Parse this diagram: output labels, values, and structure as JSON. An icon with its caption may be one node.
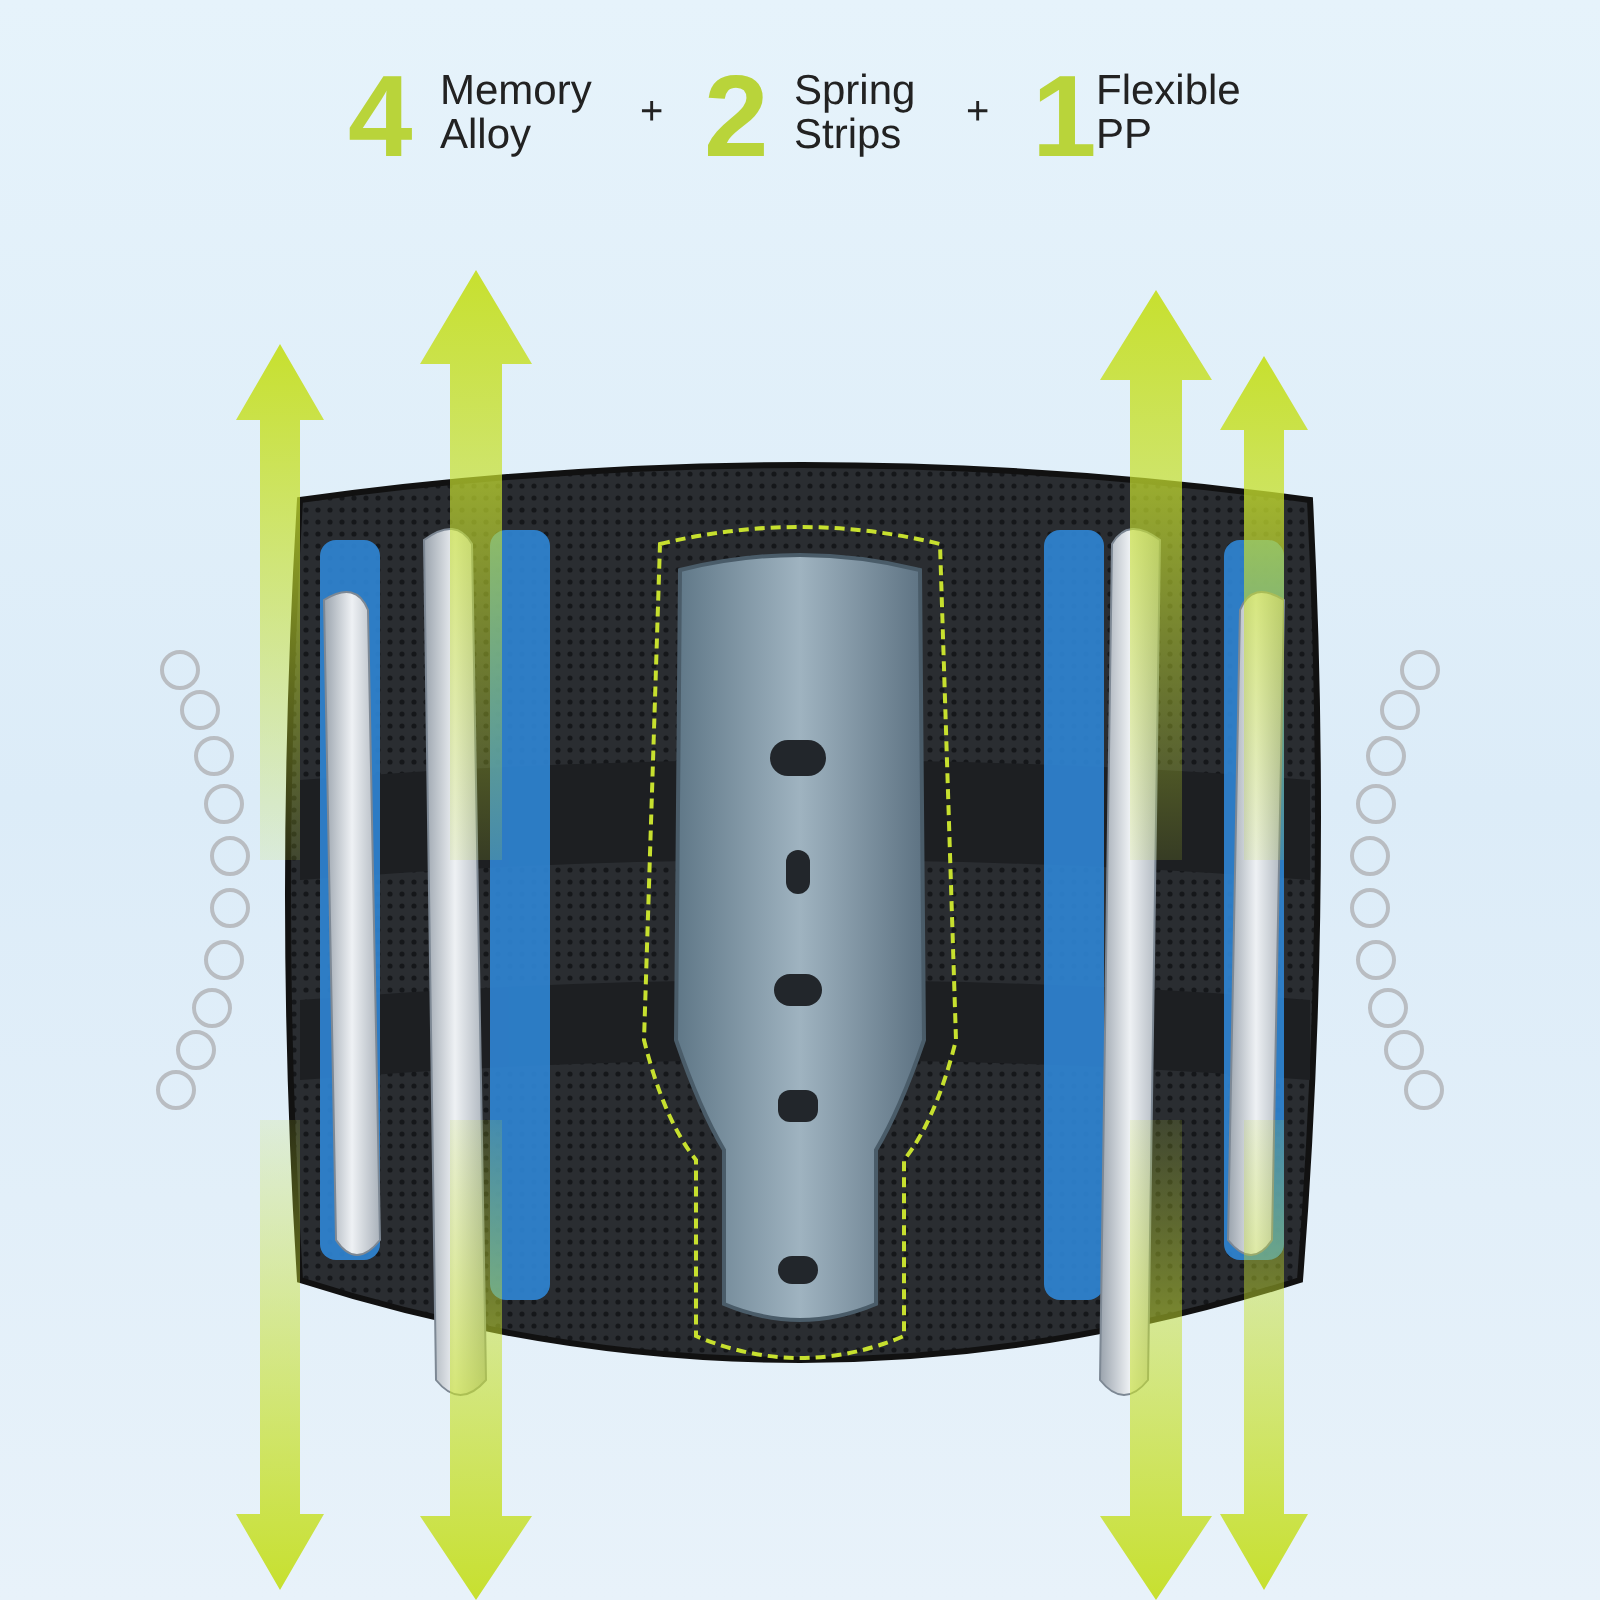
{
  "diagram": {
    "labels": [
      "4",
      "Memory Alloy",
      "+",
      "2",
      "Spring Strips",
      "+",
      "1",
      "Flexible PP"
    ]
  }
}
